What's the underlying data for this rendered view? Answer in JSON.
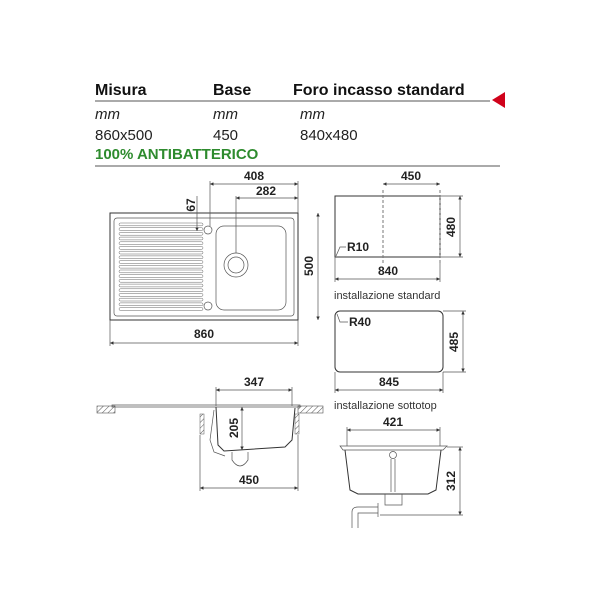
{
  "header": {
    "columns": [
      {
        "title": "Misura",
        "unit": "mm",
        "value": "860x500"
      },
      {
        "title": "Base",
        "unit": "mm",
        "value": "450"
      },
      {
        "title": "Foro incasso standard",
        "unit": "mm",
        "value": "840x480"
      }
    ],
    "feature": "100% ANTIBATTERICO",
    "feature_color": "#2e8b2e",
    "marker_color": "#d0021b"
  },
  "top_view": {
    "width": "860",
    "depth": "500",
    "bowl_offset": "408",
    "drain_offset": "282",
    "tap_offset": "67"
  },
  "standard": {
    "width": "840",
    "depth": "480",
    "base": "450",
    "radius": "R10",
    "caption": "installazione standard"
  },
  "sottotop": {
    "width": "845",
    "depth": "485",
    "radius": "R40",
    "caption": "installazione sottotop"
  },
  "side_view": {
    "bowl_width": "347",
    "bowl_depth": "205",
    "base": "450"
  },
  "front_view": {
    "width": "421",
    "height": "312"
  }
}
